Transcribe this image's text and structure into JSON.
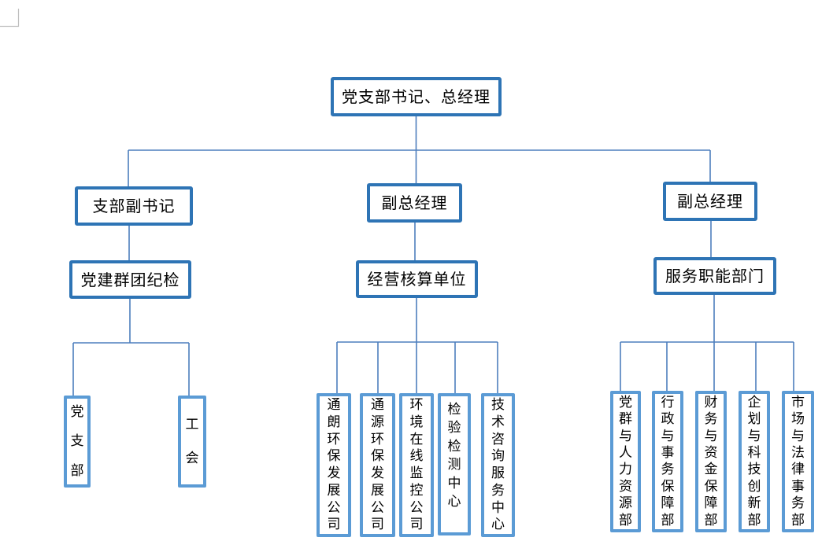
{
  "page": {
    "background": "#ffffff",
    "margin_mark": "top-left-corner-crop-mark"
  },
  "colors": {
    "box_border_dark": "#2e74b5",
    "box_border_light": "#5b9bd5",
    "connector": "#4d7ebd",
    "margin_mark": "#bfbfbf",
    "text": "#000000"
  },
  "org": {
    "root": {
      "label": "党支部书记、总经理"
    },
    "branches": [
      {
        "manager": "支部副书记",
        "unit": "党建群团纪检",
        "children": [
          "党支部",
          "工会"
        ]
      },
      {
        "manager": "副总经理",
        "unit": "经营核算单位",
        "children": [
          "通朗环保发展公司",
          "通源环保发展公司",
          "环境在线监控公司",
          "检验检测中心",
          "技术咨询服务中心"
        ]
      },
      {
        "manager": "副总经理",
        "unit": "服务职能部门",
        "children": [
          "党群与人力资源部",
          "行政与事务保障部",
          "财务与资金保障部",
          "企划与科技创新部",
          "市场与法律事务部"
        ]
      }
    ]
  }
}
